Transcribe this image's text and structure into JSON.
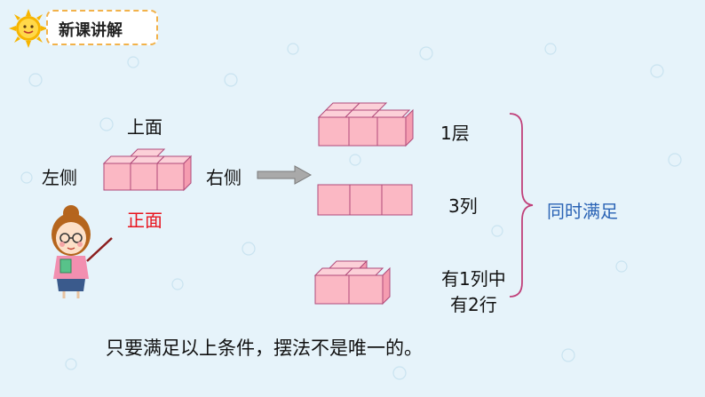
{
  "header": {
    "title": "新课讲解"
  },
  "left_view": {
    "top_label": "上面",
    "left_label": "左侧",
    "right_label": "右侧",
    "front_label": "正面"
  },
  "conditions": {
    "layer": "1层",
    "columns": "3列",
    "rows_line1": "有1列中",
    "rows_line2": "有2行",
    "together": "同时满足"
  },
  "conclusion": "只要满足以上条件，摆法不是唯一的。",
  "colors": {
    "cube_fill": "#fbb8c4",
    "cube_stroke": "#b04a7a",
    "accent_red": "#e8141e",
    "accent_blue": "#2a63b5",
    "bracket": "#c0407a"
  }
}
